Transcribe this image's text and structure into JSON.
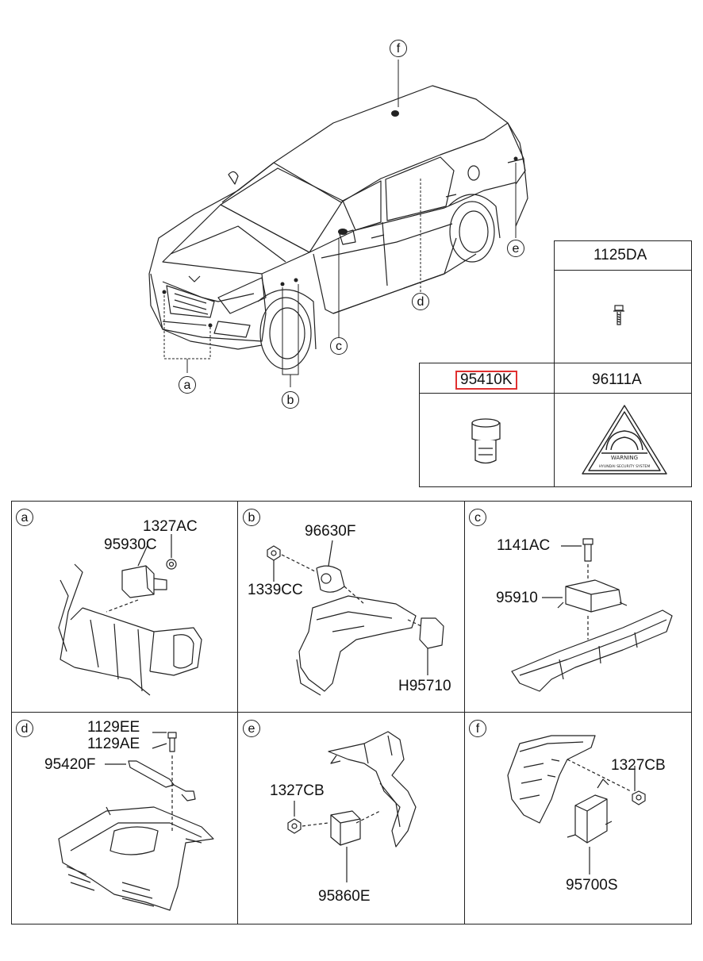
{
  "callouts": {
    "a": "a",
    "b": "b",
    "c": "c",
    "d": "d",
    "e": "e",
    "f": "f"
  },
  "parts_table": {
    "top_right_header": "1125DA",
    "mid_left_header": "95410K",
    "mid_right_header": "96111A",
    "warning_label_title": "WARNING",
    "warning_label_sub": "HYUNDAI SECURITY SYSTEM"
  },
  "panels": [
    {
      "id": "a",
      "parts": [
        "1327AC",
        "95930C"
      ]
    },
    {
      "id": "b",
      "parts": [
        "96630F",
        "1339CC",
        "H95710"
      ]
    },
    {
      "id": "c",
      "parts": [
        "1141AC",
        "95910"
      ]
    },
    {
      "id": "d",
      "parts": [
        "1129EE",
        "1129AE",
        "95420F"
      ]
    },
    {
      "id": "e",
      "parts": [
        "1327CB",
        "95860E"
      ]
    },
    {
      "id": "f",
      "parts": [
        "1327CB",
        "95700S"
      ]
    }
  ],
  "colors": {
    "line": "#222222",
    "highlight": "#e03030"
  }
}
